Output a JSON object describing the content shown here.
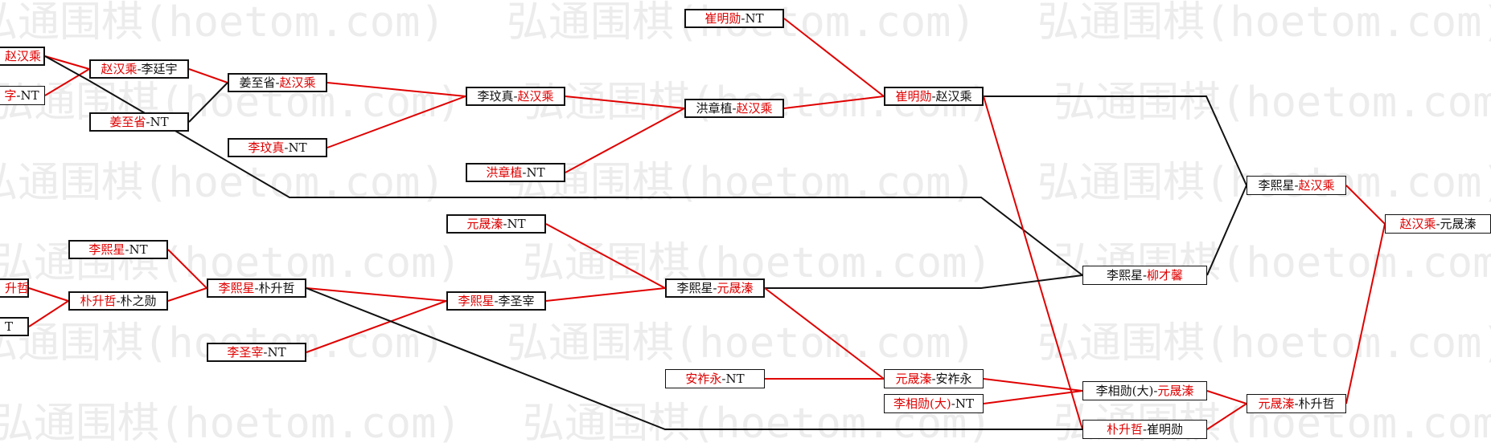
{
  "watermark_text": "弘通围棋(hoetom.com)",
  "colors": {
    "winner": "#e00000",
    "loser": "#111111",
    "line_red": "#e00000",
    "line_black": "#111111"
  },
  "nodes": {
    "n1": {
      "a": "赵汉乘",
      "b": "",
      "a_red": true,
      "b_red": false
    },
    "n2": {
      "a": "字",
      "b": "NT",
      "a_red": true,
      "b_red": false
    },
    "n3": {
      "a": "赵汉乘",
      "b": "李廷宇",
      "a_red": true,
      "b_red": false
    },
    "n4": {
      "a": "姜至省",
      "b": "NT",
      "a_red": true,
      "b_red": false
    },
    "n5": {
      "a": "姜至省",
      "b": "赵汉乘",
      "a_red": false,
      "b_red": true
    },
    "n6": {
      "a": "李玟真",
      "b": "NT",
      "a_red": true,
      "b_red": false
    },
    "n7": {
      "a": "崔明勋",
      "b": "NT",
      "a_red": true,
      "b_red": false
    },
    "n8": {
      "a": "李玟真",
      "b": "赵汉乘",
      "a_red": false,
      "b_red": true
    },
    "n9": {
      "a": "洪章植",
      "b": "赵汉乘",
      "a_red": false,
      "b_red": true
    },
    "n10": {
      "a": "崔明勋",
      "b": "赵汉乘",
      "a_red": true,
      "b_red": false
    },
    "n11": {
      "a": "洪章植",
      "b": "NT",
      "a_red": true,
      "b_red": false
    },
    "n12": {
      "a": "李熙星",
      "b": "赵汉乘",
      "a_red": false,
      "b_red": true
    },
    "n13": {
      "a": "赵汉乘",
      "b": "元晟溱",
      "a_red": true,
      "b_red": false
    },
    "n14": {
      "a": "元晟溱",
      "b": "NT",
      "a_red": true,
      "b_red": false
    },
    "n15": {
      "a": "李熙星",
      "b": "NT",
      "a_red": true,
      "b_red": false
    },
    "n16": {
      "a": "升哲",
      "b": "",
      "a_red": true,
      "b_red": false
    },
    "n17": {
      "a": "朴升哲",
      "b": "朴之勋",
      "a_red": true,
      "b_red": false
    },
    "n18": {
      "a": "李熙星",
      "b": "朴升哲",
      "a_red": true,
      "b_red": false
    },
    "n19": {
      "a": "T",
      "b": "",
      "a_red": false,
      "b_red": false
    },
    "n20": {
      "a": "李熙星",
      "b": "元晟溱",
      "a_red": false,
      "b_red": true
    },
    "n21": {
      "a": "李熙星",
      "b": "柳才馨",
      "a_red": false,
      "b_red": true
    },
    "n22": {
      "a": "李熙星",
      "b": "李圣宰",
      "a_red": true,
      "b_red": false
    },
    "n23": {
      "a": "李圣宰",
      "b": "NT",
      "a_red": true,
      "b_red": false
    },
    "n24": {
      "a": "安祚永",
      "b": "NT",
      "a_red": true,
      "b_red": false
    },
    "n25": {
      "a": "元晟溱",
      "b": "安祚永",
      "a_red": true,
      "b_red": false
    },
    "n26": {
      "a": "李相勋(大)",
      "b": "NT",
      "a_red": true,
      "b_red": false
    },
    "n27": {
      "a": "李相勋(大)",
      "b": "元晟溱",
      "a_red": false,
      "b_red": true
    },
    "n28": {
      "a": "元晟溱",
      "b": "朴升哲",
      "a_red": true,
      "b_red": false
    },
    "n29": {
      "a": "朴升哲",
      "b": "崔明勋",
      "a_red": true,
      "b_red": false
    }
  }
}
